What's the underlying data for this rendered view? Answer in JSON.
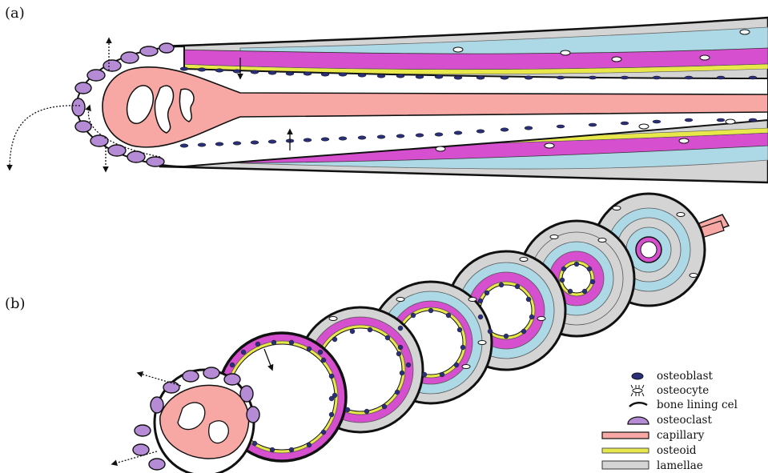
{
  "panels": {
    "a": {
      "label": "(a)"
    },
    "b": {
      "label": "(b)"
    }
  },
  "colors": {
    "lamellae_grey": "#d4d4d4",
    "lamellae_blue": "#add8e6",
    "bone_magenta": "#d64fcf",
    "osteoid": "#e8e84a",
    "capillary": "#f7a8a4",
    "osteoclast": "#b58bd6",
    "osteoblast": "#2b2f7a",
    "outline": "#111111"
  },
  "legend": [
    {
      "icon": "osteoblast-icon",
      "text": "osteoblast"
    },
    {
      "icon": "osteocyte-icon",
      "text": "osteocyte"
    },
    {
      "icon": "bone-lining-cell-icon",
      "text": "bone lining cel"
    },
    {
      "icon": "osteoclast-icon",
      "text": "osteoclast"
    },
    {
      "icon": "capillary-swatch",
      "text": "capillary"
    },
    {
      "icon": "osteoid-swatch",
      "text": "osteoid"
    },
    {
      "icon": "lamellae-swatch",
      "text": "lamellae"
    }
  ]
}
